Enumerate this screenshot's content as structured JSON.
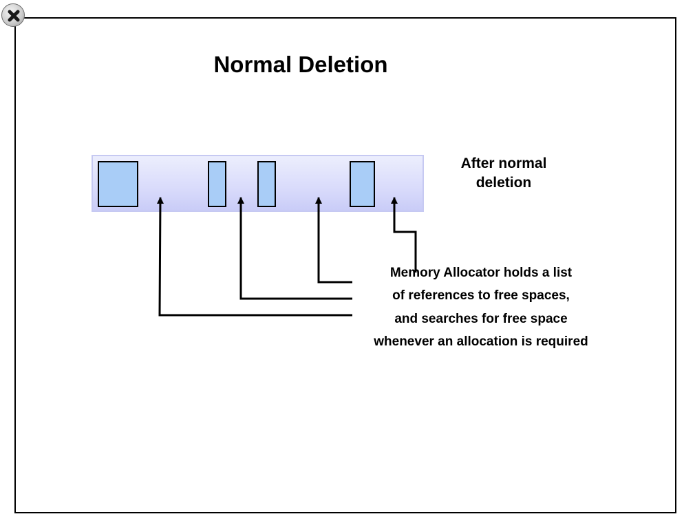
{
  "window": {
    "close_icon": "close-x-icon"
  },
  "slide": {
    "title": "Normal Deletion",
    "state_label_lines": [
      "After normal",
      "deletion"
    ],
    "explanation_lines": [
      "Memory Allocator holds a list",
      "of references to free spaces,",
      "and searches for free space",
      "whenever an allocation is required"
    ]
  },
  "diagram": {
    "colors": {
      "frame": "#000000",
      "memory_bar_fill": "#d9dbfb",
      "memory_bar_border": "#c6c9f2",
      "allocated_block": "#a9cdf7",
      "arrow": "#000000"
    },
    "allocated_block_count": 4,
    "free_space_reference_count": 4
  }
}
